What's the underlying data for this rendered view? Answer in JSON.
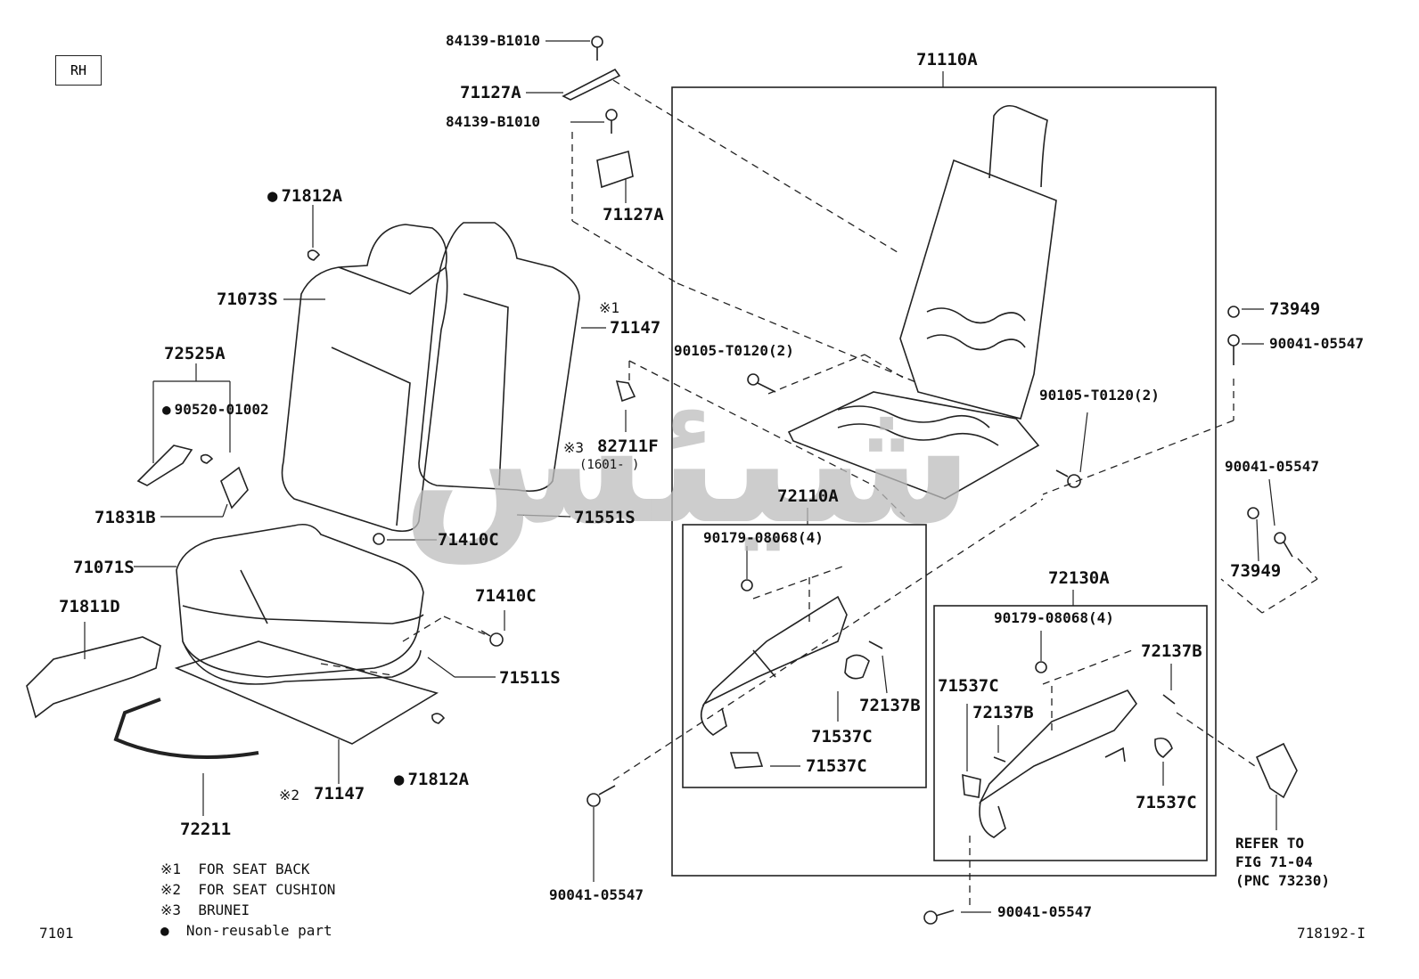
{
  "diagram": {
    "rh_box": "RH",
    "fig_number": "7101",
    "drawing_id": "718192-I",
    "watermark": "ﺷﻴﺌﺲ",
    "labels": {
      "p84139_top": "84139-B1010",
      "p71127A_top": "71127A",
      "p84139_mid": "84139-B1010",
      "p71127A_mid": "71127A",
      "p71110A": "71110A",
      "p71812A_top": "71812A",
      "p71073S": "71073S",
      "note1_mark": "※1",
      "p71147_back": "71147",
      "p72525A": "72525A",
      "p90520": "90520-01002",
      "p90105_left": "90105-T0120(2)",
      "p90105_right": "90105-T0120(2)",
      "p73949_top": "73949",
      "p90041_right": "90041-05547",
      "p82711F": "82711F",
      "note3_mark": "※3",
      "p82711F_range": "(1601-     )",
      "p71831B": "71831B",
      "p71551S": "71551S",
      "p72110A": "72110A",
      "p90179_left": "90179-08068(4)",
      "p90041_mid_right": "90041-05547",
      "p73949_mid": "73949",
      "p71410C_a": "71410C",
      "p71071S": "71071S",
      "p71410C_b": "71410C",
      "p71811D": "71811D",
      "p72130A": "72130A",
      "p90179_right": "90179-08068(4)",
      "p72137B_r": "72137B",
      "p71511S": "71511S",
      "p72137B_l": "72137B",
      "p71537C_a": "71537C",
      "p71537C_r1": "71537C",
      "p72137B_m": "72137B",
      "p71537C_b": "71537C",
      "p71537C_c": "71537C",
      "p71812A_bot": "71812A",
      "note2_mark": "※2",
      "p71147_cush": "71147",
      "p71537C_r2": "71537C",
      "p72211": "72211",
      "p90041_bottom": "90041-05547",
      "p90041_bottom_right": "90041-05547",
      "refer": [
        "REFER TO",
        "FIG 71-04",
        "(PNC 73230)"
      ]
    },
    "notes": [
      {
        "mark": "※1",
        "text": "FOR SEAT BACK"
      },
      {
        "mark": "※2",
        "text": "FOR SEAT CUSHION"
      },
      {
        "mark": "※3",
        "text": "BRUNEI"
      },
      {
        "mark": "●",
        "text": "Non-reusable part"
      }
    ]
  }
}
